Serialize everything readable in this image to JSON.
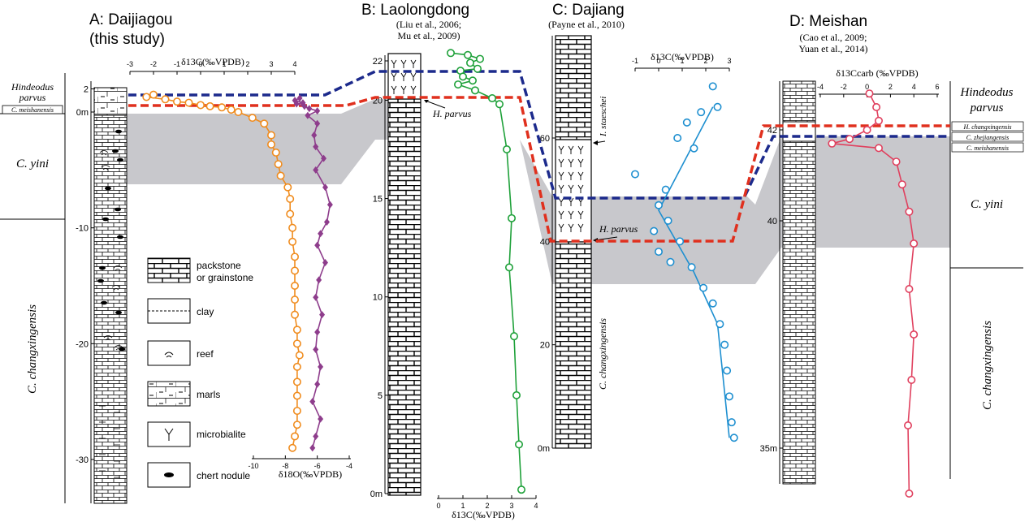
{
  "colors": {
    "orange": "#f08c1e",
    "purple": "#8e3d8c",
    "green": "#1fa13a",
    "blue": "#1e8fd0",
    "pink": "#e0405e",
    "red_boundary": "#e0301e",
    "blue_boundary": "#1c2a8c",
    "gray_band": "#c8c8cc"
  },
  "sections": {
    "A": {
      "title": "A: Daijiagou",
      "subtitle": "(this study)"
    },
    "B": {
      "title": "B: Laolongdong",
      "ref1": "(Liu et al., 2006;",
      "ref2": "Mu et al., 2009)"
    },
    "C": {
      "title": "C: Dajiang",
      "ref1": "(Payne et al., 2010)"
    },
    "D": {
      "title": "D: Meishan",
      "ref1": "(Cao et al., 2009;",
      "ref2": "Yuan et al., 2014)"
    }
  },
  "zones": {
    "hindeodus_parvus_1": "Hindeodus",
    "hindeodus_parvus_2": "parvus",
    "c_meishanensis": "C. meishanensis",
    "c_yini": "C. yini",
    "c_changxingensis": "C. changxingensis",
    "h_changxingensis": "H. changxingensis",
    "c_zhejiangensis": "C. zhejiangensis",
    "h_parvus": "H. parvus",
    "i_staeschei": "I. staeschei"
  },
  "axes": {
    "a_c13_label": "δ13C(‰VPDB)",
    "a_c13_ticks": [
      "-3",
      "-2",
      "-1",
      "0",
      "1",
      "2",
      "3",
      "4"
    ],
    "a_o18_label": "δ18O(‰VPDB)",
    "a_o18_ticks": [
      "-10",
      "-8",
      "-6",
      "-4"
    ],
    "a_depth_ticks": [
      "2",
      "0m",
      "-10",
      "-20",
      "-30"
    ],
    "b_depth_ticks": [
      "22",
      "20",
      "15",
      "10",
      "5",
      "0m"
    ],
    "b_c13_label": "δ13C(‰VPDB)",
    "b_c13_ticks": [
      "0",
      "1",
      "2",
      "3",
      "4"
    ],
    "c_depth_ticks": [
      "60",
      "40",
      "20",
      "0m"
    ],
    "c_c13_label": "δ13C(‰VPDB)",
    "c_c13_ticks": [
      "-1",
      "0",
      "1",
      "2",
      "3"
    ],
    "d_depth_ticks": [
      "42",
      "40",
      "35m"
    ],
    "d_c13_label": "δ13Ccarb (‰VPDB)",
    "d_c13_ticks": [
      "-4",
      "-2",
      "0",
      "2",
      "4",
      "6"
    ]
  },
  "legend": {
    "packstone": "packstone",
    "grainstone": "or grainstone",
    "clay": "clay",
    "reef": "reef",
    "marls": "marls",
    "microbialite": "microbialite",
    "chert": "chert nodule"
  },
  "chart_data": [
    {
      "type": "line",
      "panel": "A: Daijiagou",
      "series": [
        {
          "name": "δ13C",
          "unit": "‰VPDB",
          "color": "#f08c1e",
          "points": [
            [
              -2.0,
              1.5
            ],
            [
              -2.3,
              1.3
            ],
            [
              -1.5,
              1.1
            ],
            [
              -1.0,
              0.9
            ],
            [
              -0.5,
              0.8
            ],
            [
              0.0,
              0.6
            ],
            [
              0.4,
              0.5
            ],
            [
              0.9,
              0.4
            ],
            [
              1.3,
              0.2
            ],
            [
              1.6,
              0.0
            ],
            [
              2.2,
              -0.5
            ],
            [
              2.7,
              -1.0
            ],
            [
              3.0,
              -2.0
            ],
            [
              3.0,
              -2.8
            ],
            [
              3.2,
              -3.5
            ],
            [
              3.3,
              -4.5
            ],
            [
              3.4,
              -5.5
            ],
            [
              3.7,
              -6.5
            ],
            [
              3.8,
              -7.5
            ],
            [
              3.8,
              -8.8
            ],
            [
              3.9,
              -10.0
            ],
            [
              3.9,
              -11.2
            ],
            [
              4.0,
              -12.5
            ],
            [
              4.0,
              -13.7
            ],
            [
              4.0,
              -15.0
            ],
            [
              4.0,
              -16.2
            ],
            [
              4.0,
              -17.5
            ],
            [
              4.1,
              -18.8
            ],
            [
              4.1,
              -20.0
            ],
            [
              4.2,
              -21.0
            ],
            [
              4.1,
              -22.0
            ],
            [
              4.1,
              -23.3
            ],
            [
              4.1,
              -24.5
            ],
            [
              4.1,
              -25.8
            ],
            [
              4.1,
              -27.0
            ],
            [
              4.0,
              -28.0
            ],
            [
              3.9,
              -29.0
            ]
          ]
        },
        {
          "name": "δ18O",
          "unit": "‰VPDB",
          "color": "#8e3d8c",
          "points": [
            [
              -7.1,
              1.2
            ],
            [
              -7.4,
              1.0
            ],
            [
              -6.9,
              0.8
            ],
            [
              -7.3,
              0.7
            ],
            [
              -6.8,
              0.5
            ],
            [
              -6.5,
              0.3
            ],
            [
              -6.0,
              0.1
            ],
            [
              -6.6,
              -0.3
            ],
            [
              -6.0,
              -1.0
            ],
            [
              -6.2,
              -2.0
            ],
            [
              -6.1,
              -3.0
            ],
            [
              -5.6,
              -4.0
            ],
            [
              -6.1,
              -5.0
            ],
            [
              -5.5,
              -6.5
            ],
            [
              -5.2,
              -8.0
            ],
            [
              -5.4,
              -9.5
            ],
            [
              -5.8,
              -10.5
            ],
            [
              -6.0,
              -11.5
            ],
            [
              -5.5,
              -13.0
            ],
            [
              -5.9,
              -14.5
            ],
            [
              -6.1,
              -16.0
            ],
            [
              -5.7,
              -17.5
            ],
            [
              -6.0,
              -19.0
            ],
            [
              -6.1,
              -20.5
            ],
            [
              -5.8,
              -22.0
            ],
            [
              -6.0,
              -23.5
            ],
            [
              -6.3,
              -25.0
            ],
            [
              -5.8,
              -26.5
            ],
            [
              -6.1,
              -28.0
            ],
            [
              -6.3,
              -29.0
            ]
          ]
        }
      ]
    },
    {
      "type": "line",
      "panel": "B: Laolongdong",
      "series": [
        {
          "name": "δ13C",
          "unit": "‰VPDB",
          "color": "#1fa13a",
          "points": [
            [
              0.5,
              22.4
            ],
            [
              1.2,
              22.3
            ],
            [
              1.7,
              22.1
            ],
            [
              1.3,
              21.9
            ],
            [
              1.6,
              21.6
            ],
            [
              0.9,
              21.5
            ],
            [
              1.0,
              21.2
            ],
            [
              1.4,
              21.0
            ],
            [
              0.8,
              20.8
            ],
            [
              1.5,
              20.5
            ],
            [
              2.2,
              20.1
            ],
            [
              2.5,
              19.8
            ],
            [
              2.8,
              17.5
            ],
            [
              3.0,
              14.0
            ],
            [
              2.9,
              11.5
            ],
            [
              3.1,
              8.0
            ],
            [
              3.2,
              5.0
            ],
            [
              3.3,
              2.5
            ],
            [
              3.4,
              0.2
            ]
          ]
        }
      ]
    },
    {
      "type": "scatter",
      "panel": "C: Dajiang",
      "series": [
        {
          "name": "δ13C",
          "unit": "‰VPDB",
          "color": "#1e8fd0",
          "points": [
            [
              2.3,
              70
            ],
            [
              2.5,
              66
            ],
            [
              1.8,
              65
            ],
            [
              1.2,
              63
            ],
            [
              0.8,
              60
            ],
            [
              1.5,
              58
            ],
            [
              -1.0,
              53
            ],
            [
              0.3,
              50
            ],
            [
              0.0,
              47
            ],
            [
              0.4,
              44
            ],
            [
              -0.2,
              42
            ],
            [
              0.9,
              40
            ],
            [
              0.0,
              38
            ],
            [
              0.5,
              36
            ],
            [
              1.4,
              35
            ],
            [
              1.9,
              31
            ],
            [
              2.3,
              28
            ],
            [
              2.6,
              24
            ],
            [
              2.8,
              20
            ],
            [
              2.9,
              15
            ],
            [
              3.0,
              10
            ],
            [
              3.1,
              5
            ],
            [
              3.2,
              2
            ]
          ]
        }
      ]
    },
    {
      "type": "line",
      "panel": "D: Meishan",
      "series": [
        {
          "name": "δ13Ccarb",
          "unit": "‰VPDB",
          "color": "#e0405e",
          "points": [
            [
              0.2,
              42.8
            ],
            [
              0.8,
              42.5
            ],
            [
              1.0,
              42.2
            ],
            [
              0.0,
              42.0
            ],
            [
              -1.5,
              41.8
            ],
            [
              -3.0,
              41.7
            ],
            [
              1.0,
              41.6
            ],
            [
              2.5,
              41.3
            ],
            [
              3.0,
              40.8
            ],
            [
              3.6,
              40.2
            ],
            [
              4.0,
              39.5
            ],
            [
              3.6,
              38.5
            ],
            [
              4.0,
              37.5
            ],
            [
              3.8,
              36.5
            ],
            [
              3.5,
              35.5
            ],
            [
              3.6,
              34.0
            ]
          ]
        }
      ]
    }
  ]
}
